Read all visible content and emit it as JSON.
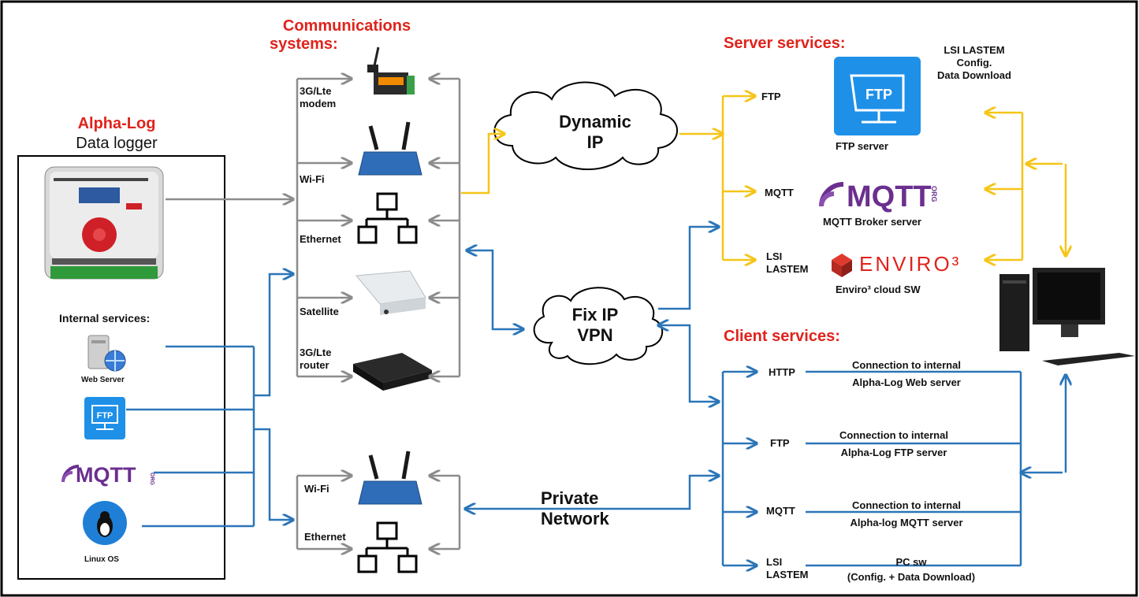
{
  "colors": {
    "gray": "#8c8c8c",
    "blue": "#2b75b8",
    "yellow": "#f5c518",
    "red": "#e0231c",
    "mqtt_purple": "#6b2f8f"
  },
  "headings": {
    "comm_line1": "Communications",
    "comm_line2": "systems:",
    "server_services": "Server services:",
    "client_services": "Client services:",
    "alphalog": "Alpha-Log",
    "datalogger": "Data logger",
    "internal_services": "Internal services:"
  },
  "internal": {
    "web_server": "Web Server",
    "linux": "Linux OS",
    "ftp_icon_text": "FTP",
    "mqtt_text": "MQTT",
    "mqtt_org": "ORG"
  },
  "comm": {
    "modem_l1": "3G/Lte",
    "modem_l2": "modem",
    "wifi": "Wi-Fi",
    "ethernet": "Ethernet",
    "satellite": "Satellite",
    "router_l1": "3G/Lte",
    "router_l2": "router",
    "wifi2": "Wi-Fi",
    "ethernet2": "Ethernet"
  },
  "clouds": {
    "dynamic_l1": "Dynamic",
    "dynamic_l2": "IP",
    "fix_l1": "Fix IP",
    "fix_l2": "VPN",
    "private_l1": "Private",
    "private_l2": "Network"
  },
  "server": {
    "ftp": "FTP",
    "mqtt": "MQTT",
    "lsi_l1": "LSI",
    "lsi_l2": "LASTEM",
    "ftp_server": "FTP server",
    "ftp_icon_text": "FTP",
    "mqtt_broker": "MQTT Broker server",
    "mqtt_logo": "MQTT",
    "mqtt_org": "ORG",
    "enviro_logo": "ENVIRO³",
    "enviro_cloud": "Enviro³ cloud SW",
    "lsi_config_l1": "LSI LASTEM",
    "lsi_config_l2": "Config.",
    "lsi_config_l3": "Data Download"
  },
  "client": {
    "http": "HTTP",
    "ftp": "FTP",
    "mqtt": "MQTT",
    "lsi_l1": "LSI",
    "lsi_l2": "LASTEM",
    "http_d1": "Connection to internal",
    "http_d2": "Alpha-Log Web server",
    "ftp_d1": "Connection to internal",
    "ftp_d2": "Alpha-Log FTP server",
    "mqtt_d1": "Connection to internal",
    "mqtt_d2": "Alpha-log MQTT server",
    "lsi_d1": "PC sw",
    "lsi_d2": "(Config. + Data Download)"
  }
}
